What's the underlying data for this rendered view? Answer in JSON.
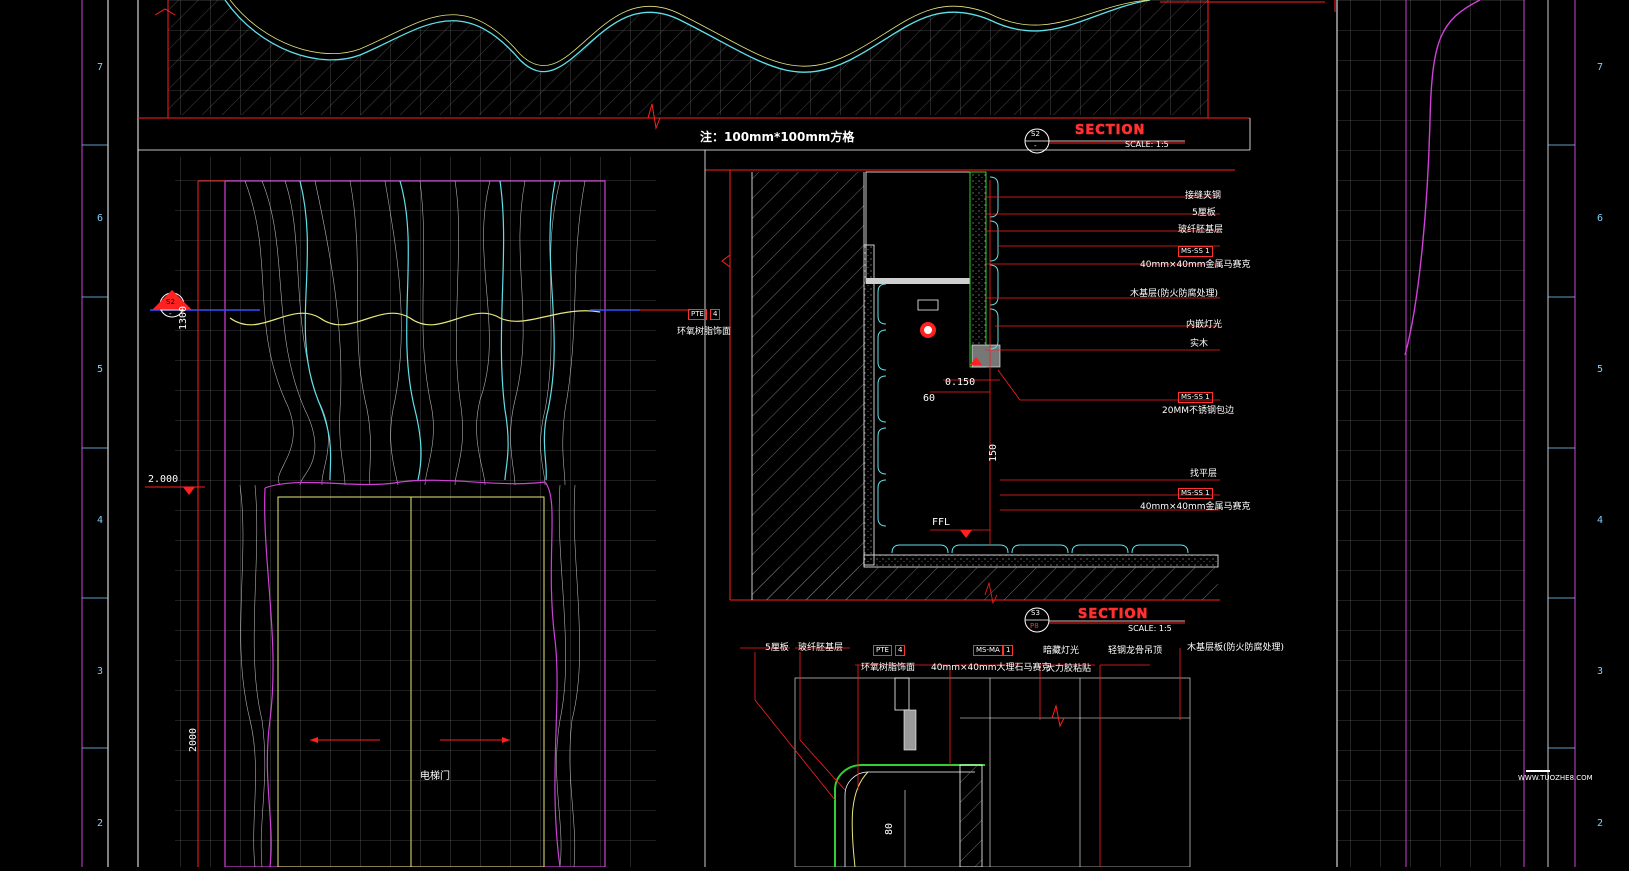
{
  "sections": {
    "s2": {
      "title": "SECTION",
      "scale": "SCALE: 1:5",
      "bubble_top": "S2",
      "bubble_bottom": "-"
    },
    "s3": {
      "title": "SECTION",
      "scale": "SCALE: 1:5",
      "bubble_top": "S3",
      "bubble_bottom": "P8"
    }
  },
  "note": "注：100mm*100mm方格",
  "elevation": {
    "bubble_top": "S2",
    "bubble_bottom": "-",
    "level_label": "2.000",
    "dim_1300": "1300",
    "dim_2000": "2000",
    "door_label": "电梯门",
    "tag_code": "PTE",
    "tag_num": "4",
    "tag_desc": "环氧树脂饰面"
  },
  "section1": {
    "labels": [
      "接缝夹钢",
      "5厘板",
      "玻纤胚基层",
      "40mm×40mm金属马赛克",
      "木基层(防火防腐处理)",
      "内嵌灯光",
      "实木",
      "20MM不锈钢包边",
      "找平层",
      "40mm×40mm金属马赛克"
    ],
    "tag_codes": [
      "MS-SS 1",
      "MS-SS 1",
      "MS-SS 1"
    ],
    "dim_0150": "0.150",
    "dim_60": "60",
    "dim_150": "150",
    "ffl": "FFL"
  },
  "section2": {
    "labels": [
      "5厘板",
      "玻纤胚基层",
      "环氧树脂饰面",
      "40mm×40mm大理石马赛克",
      "暗藏灯光",
      "大力胶粘贴",
      "轻钢龙骨吊顶",
      "木基层板(防火防腐处理)"
    ],
    "tag_pte": "PTE",
    "tag_pte_num": "4",
    "tag_ms": "MS-MA",
    "tag_ms_num": "1",
    "dim_80": "80"
  },
  "rulers": {
    "left": [
      "7",
      "6",
      "5",
      "4",
      "3",
      "2"
    ],
    "right": [
      "7",
      "6",
      "5",
      "4",
      "3",
      "2"
    ]
  },
  "watermark": "WWW.TUOZHE8.COM",
  "colors": {
    "bg": "#000000",
    "red": "#ff2020",
    "grid": "#9a9a9a",
    "cyan": "#5fe0e8",
    "magenta": "#d040d8",
    "yellow": "#e8e87a",
    "white": "#ffffff",
    "green": "#30d030"
  }
}
